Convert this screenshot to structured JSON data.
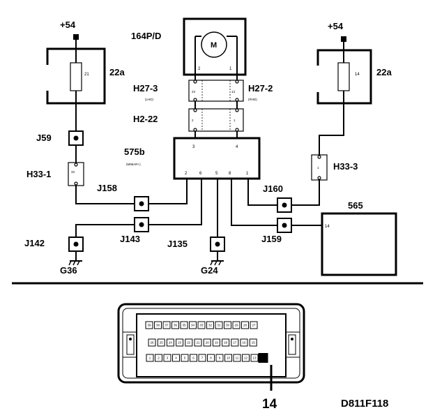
{
  "labels": {
    "supply_left": "+54",
    "supply_right": "+54",
    "fuse_left": "22a",
    "fuse_left_num": "21",
    "fuse_right": "22a",
    "fuse_right_num": "14",
    "unit_164pd": "164P/D",
    "motor": "M",
    "motor_pin2": "2",
    "motor_pin1": "1",
    "h27_3": "H27-3",
    "h27_3_pin": "23",
    "h27_2": "H27-2",
    "h27_2_pin": "13",
    "lhd": "(LHD)",
    "rhd": "(RHD)",
    "h2_22": "H2-22",
    "h2_22_pin2": "2",
    "h2_22_pin1": "1",
    "unit_575b": "575b",
    "unit_575b_note": "(M96AR+)",
    "ecu_pin3": "3",
    "ecu_pin4": "4",
    "ecu_pin2": "2",
    "ecu_pin6": "6",
    "ecu_pin5": "5",
    "ecu_pin8": "8",
    "ecu_pin1": "1",
    "j59": "J59",
    "h33_1": "H33-1",
    "h33_1_pin": "33",
    "j158": "J158",
    "j160": "J160",
    "h33_3": "H33-3",
    "h33_3_pin": "1",
    "unit_565": "565",
    "unit_565_pin": "14",
    "j142": "J142",
    "j143": "J143",
    "j135": "J135",
    "j159": "J159",
    "g36": "G36",
    "g24": "G24",
    "pin14_callout": "14",
    "drawing_id": "D811F118"
  },
  "diagnostic_connector": {
    "rows": [
      [
        "39",
        "38",
        "37",
        "36",
        "35",
        "34",
        "33",
        "32",
        "31",
        "30",
        "29",
        "28",
        "27"
      ],
      [
        "26",
        "25",
        "24",
        "23",
        "22",
        "21",
        "20",
        "19",
        "18",
        "17",
        "16",
        "15"
      ],
      [
        "1",
        "2",
        "3",
        "4",
        "5",
        "6",
        "7",
        "8",
        "9",
        "10",
        "11",
        "12",
        "13",
        "14"
      ]
    ],
    "highlighted_pin": "14"
  }
}
